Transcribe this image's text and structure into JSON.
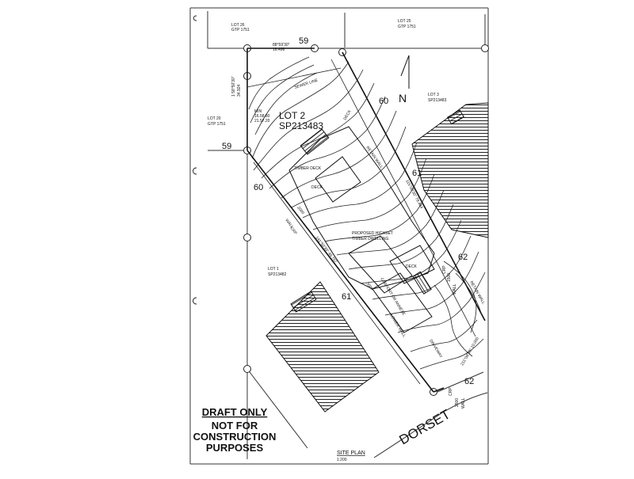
{
  "plan": {
    "lots": {
      "lot26": "LOT 26",
      "lot26_plan": "GTP 1751",
      "lot25": "LOT 25",
      "lot25_plan": "GTP 1751",
      "lot3": "LOT 3",
      "lot3_plan": "SP213483",
      "lot20": "LOT 20",
      "lot20_plan": "GTP 1751",
      "lot1": "LOT 1",
      "lot1_plan": "SP213482",
      "lot2": "LOT 2",
      "lot2_plan": "SP213483"
    },
    "contours": {
      "c59_top": "59",
      "c59_left": "59",
      "c60_left": "60",
      "c60_right": "60",
      "c61_right": "61",
      "c61_bottom": "61",
      "c62_right": "62",
      "c62_bottom": "62"
    },
    "north": "N",
    "road": "DORSET",
    "annotations": {
      "top_bearing": "88°59'30\"",
      "top_distance": "16.496",
      "left_bearing": "1 58°50'30\"",
      "left_distance": "34.924",
      "min_setback": "MIN",
      "setback_a": "16.58.80",
      "setback_b": "21.57.20",
      "sewer_line": "SEWER LINE",
      "deck_upper": "DECK",
      "retain_wall": "RETAIN WALL",
      "timber_deck": "TIMBER DECK",
      "deck_mid": "DECK",
      "east_boundary": "115°00'30\" 78.484",
      "dwelling_1": "PROPOSED HIGHSET",
      "dwelling_2": "TIMBER DWELLING",
      "wall_a": "WALL",
      "crp_a": "CRP",
      "dim_2000": "2000",
      "west_boundary": "141°50'30\" 46.767",
      "deck_lower": "DECK",
      "dim_3000": "3000",
      "carport": "CARPORT OR ANNEXE",
      "crp_b": "CRP",
      "dim_1500": "1500",
      "wall_b": "WALL",
      "retain_wall_b": "RETAIN WALL",
      "lower_wall": "LOWER WALL",
      "driveway": "DRIVEWAY",
      "frontage": "211°08'30\" 10.000",
      "crp_c": "CRP",
      "dim_2500": "2500",
      "wall_c": "WALL"
    },
    "stamp": {
      "line1": "DRAFT ONLY",
      "line2": "NOT FOR",
      "line3": "CONSTRUCTION",
      "line4": "PURPOSES"
    },
    "caption": {
      "title": "SITE PLAN",
      "scale": "1:200"
    }
  }
}
